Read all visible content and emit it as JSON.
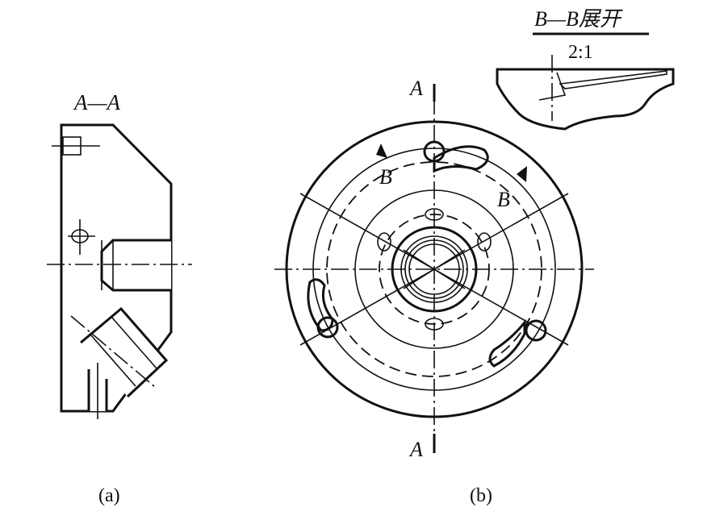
{
  "view_a": {
    "section_label": "A—A",
    "caption": "(a)"
  },
  "view_b": {
    "cut_label_top": "A",
    "cut_label_bottom": "A",
    "arrow_label_left": "B",
    "arrow_label_right": "B",
    "caption": "(b)"
  },
  "detail_bb": {
    "title": "B—B展开",
    "scale": "2:1"
  }
}
